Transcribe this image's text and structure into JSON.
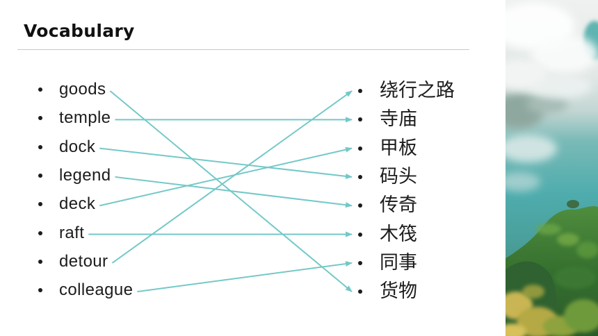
{
  "slide": {
    "title": "Vocabulary",
    "left_words": [
      "goods",
      "temple",
      "dock",
      "legend",
      "deck",
      "raft",
      "detour",
      "colleague"
    ],
    "right_words": [
      "绕行之路",
      "寺庙",
      "甲板",
      "码头",
      "传奇",
      "木筏",
      "同事",
      "货物"
    ],
    "matches": [
      {
        "from": 0,
        "to": 7
      },
      {
        "from": 1,
        "to": 1
      },
      {
        "from": 2,
        "to": 3
      },
      {
        "from": 3,
        "to": 4
      },
      {
        "from": 4,
        "to": 2
      },
      {
        "from": 5,
        "to": 5
      },
      {
        "from": 6,
        "to": 0
      },
      {
        "from": 7,
        "to": 6
      }
    ]
  },
  "colors": {
    "arrow": "#74c8c8",
    "text": "#1c1c1c",
    "divider": "#c9c9c9"
  }
}
